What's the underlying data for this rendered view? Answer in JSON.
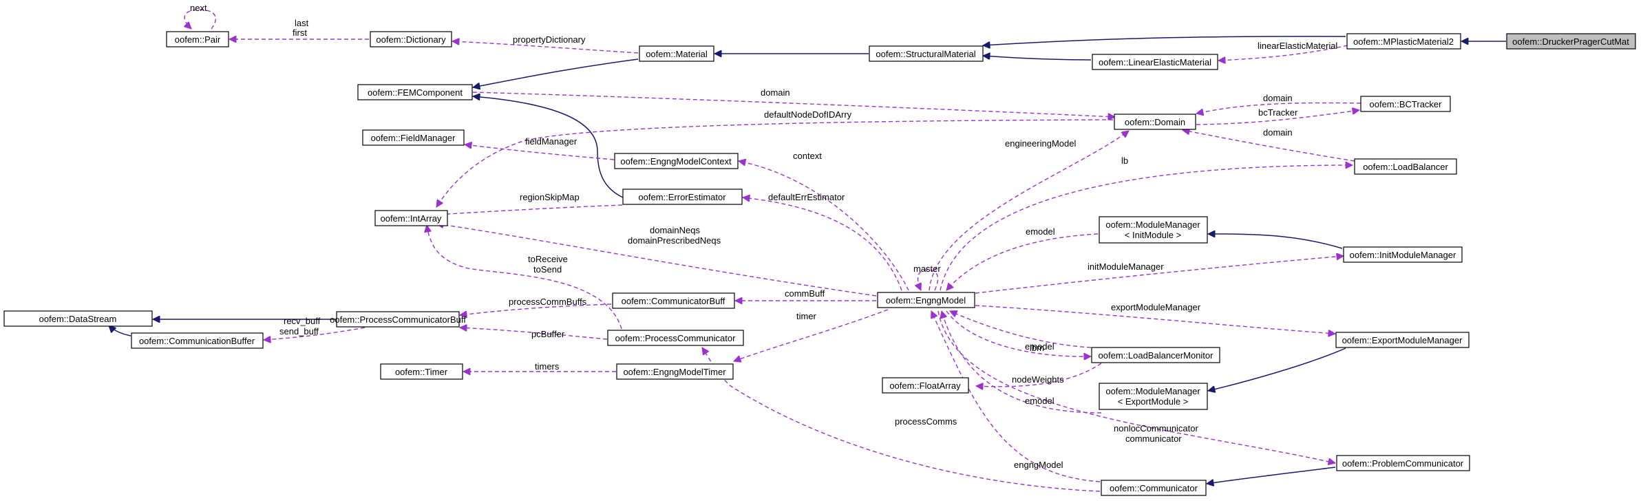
{
  "colors": {
    "inheritance_edge": "#191970",
    "association_edge": "#9a32cd",
    "highlight_fill": "#bfbfbf",
    "node_border": "#000000"
  },
  "nodes": {
    "pair": "oofem::Pair",
    "dictionary": "oofem::Dictionary",
    "material": "oofem::Material",
    "structural_material": "oofem::StructuralMaterial",
    "mplastic_material2": "oofem::MPlasticMaterial2",
    "drucker_prager_cut_mat": "oofem::DruckerPragerCutMat",
    "linear_elastic_material": "oofem::LinearElasticMaterial",
    "fem_component": "oofem::FEMComponent",
    "domain": "oofem::Domain",
    "bc_tracker": "oofem::BCTracker",
    "field_manager": "oofem::FieldManager",
    "engng_model_context": "oofem::EngngModelContext",
    "load_balancer": "oofem::LoadBalancer",
    "error_estimator": "oofem::ErrorEstimator",
    "int_array": "oofem::IntArray",
    "module_manager_init_l1": "oofem::ModuleManager",
    "module_manager_init_l2": "< InitModule >",
    "init_module_manager": "oofem::InitModuleManager",
    "engng_model": "oofem::EngngModel",
    "data_stream": "oofem::DataStream",
    "process_communicator_buff": "oofem::ProcessCommunicatorBuff",
    "communicator_buff": "oofem::CommunicatorBuff",
    "communication_buffer": "oofem::CommunicationBuffer",
    "process_communicator": "oofem::ProcessCommunicator",
    "export_module_manager": "oofem::ExportModuleManager",
    "timer": "oofem::Timer",
    "engng_model_timer": "oofem::EngngModelTimer",
    "load_balancer_monitor": "oofem::LoadBalancerMonitor",
    "float_array": "oofem::FloatArray",
    "module_manager_export_l1": "oofem::ModuleManager",
    "module_manager_export_l2": "< ExportModule >",
    "problem_communicator": "oofem::ProblemCommunicator",
    "communicator": "oofem::Communicator"
  },
  "edge_labels": {
    "next": "next",
    "last": "last",
    "first": "first",
    "property_dictionary": "propertyDictionary",
    "linear_elastic_material": "linearElasticMaterial",
    "domain_top": "domain",
    "default_node_dof_id_arry": "defaultNodeDofIDArry",
    "domain_bc": "domain",
    "bc_tracker": "bcTracker",
    "domain_lb": "domain",
    "field_manager": "fieldManager",
    "context": "context",
    "engineering_model": "engineeringModel",
    "lb": "lb",
    "region_skip_map": "regionSkipMap",
    "default_err_estimator": "defaultErrEstimator",
    "domain_neqs": "domainNeqs",
    "domain_prescribed_neqs": "domainPrescribedNeqs",
    "emodel_1": "emodel",
    "to_receive": "toReceive",
    "to_send": "toSend",
    "master": "master",
    "init_module_manager": "initModuleManager",
    "process_comm_buffs": "processCommBuffs",
    "comm_buff": "commBuff",
    "recv_buff": "recv_buff",
    "send_buff": "send_buff",
    "timer": "timer",
    "export_module_manager": "exportModuleManager",
    "pc_buffer": "pcBuffer",
    "emodel_2": "emodel",
    "lbm": "lbm",
    "timers": "timers",
    "node_weights": "nodeWeights",
    "emodel_3": "emodel",
    "process_comms": "processComms",
    "nonloc_communicator": "nonlocCommunicator",
    "communicator": "communicator",
    "engng_model": "engngModel"
  }
}
